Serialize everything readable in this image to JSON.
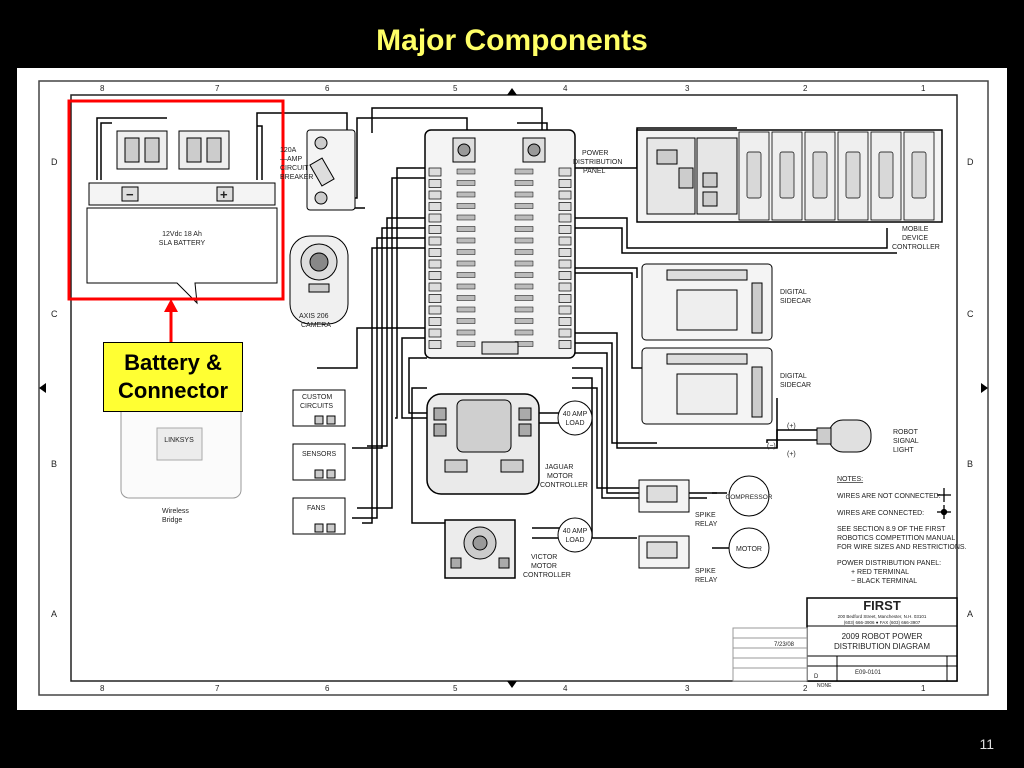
{
  "slide": {
    "title": "Major Components",
    "number": "11",
    "callout": {
      "line1": "Battery &",
      "line2": "Connector"
    }
  },
  "colors": {
    "background": "#000000",
    "title": "#ffff66",
    "callout_fill": "#ffff33",
    "highlight": "#ff0000"
  },
  "icons": [
    "arrow-up-icon",
    "plus-sign-icon",
    "minus-sign-icon"
  ],
  "diagram": {
    "border_letters_right": [
      "D",
      "C",
      "B",
      "A"
    ],
    "border_letters_left": [
      "D",
      "C",
      "B",
      "A"
    ],
    "border_numbers_top": [
      "8",
      "7",
      "6",
      "5",
      "4",
      "3",
      "2",
      "1"
    ],
    "border_numbers_bottom": [
      "8",
      "7",
      "6",
      "5",
      "4",
      "3",
      "2",
      "1"
    ],
    "battery": {
      "line1": "12Vdc 18 Ah",
      "line2": "SLA BATTERY",
      "neg": "−",
      "pos": "+"
    },
    "breaker": {
      "line1": "120A",
      "line2": "—AMP",
      "line3": "CIRCUIT",
      "line4": "BREAKER"
    },
    "pdp": {
      "line1": "POWER",
      "line2": "DISTRIBUTION",
      "line3": "PANEL"
    },
    "mdc": {
      "line1": "MOBILE",
      "line2": "DEVICE",
      "line3": "CONTROLLER"
    },
    "camera": {
      "line1": "AXIS 206",
      "line2": "CAMERA"
    },
    "custom": {
      "line1": "CUSTOM",
      "line2": "CIRCUITS"
    },
    "sensors": "SENSORS",
    "fans": "FANS",
    "bridge": {
      "brand": "LINKSYS",
      "line1": "Wireless",
      "line2": "Bridge"
    },
    "sidecar": {
      "line1": "DIGITAL",
      "line2": "SIDECAR"
    },
    "jaguar": {
      "line1": "JAGUAR",
      "line2": "MOTOR",
      "line3": "CONTROLLER"
    },
    "victor": {
      "line1": "VICTOR",
      "line2": "MOTOR",
      "line3": "CONTROLLER"
    },
    "load": {
      "line1": "40 AMP",
      "line2": "LOAD"
    },
    "spike": {
      "line1": "SPIKE",
      "line2": "RELAY"
    },
    "compressor": "COMPRESSOR",
    "motor": "MOTOR",
    "signal": {
      "line1": "ROBOT",
      "line2": "SIGNAL",
      "line3": "LIGHT",
      "plus": "(+)",
      "minus": "(−)"
    },
    "notes": {
      "heading": "NOTES:",
      "wires_not": "WIRES ARE NOT CONNECTED:",
      "wires_are": "WIRES ARE CONNECTED:",
      "see1": "SEE SECTION 8.9 OF THE FIRST",
      "see2": "ROBOTICS COMPETITION MANUAL",
      "see3": "FOR WIRE SIZES AND RESTRICTIONS.",
      "pdp_heading": "POWER DISTRIBUTION PANEL:",
      "red": "+ RED TERMINAL",
      "black": "− BLACK TERMINAL"
    },
    "title_block": {
      "org": "FIRST",
      "address1": "200 Bedford Street, Manchester, N.H. 03101",
      "address2": "(603) 666-3906 ● FAX (603) 666-3907",
      "drawing_title1": "2009 ROBOT POWER",
      "drawing_title2": "DISTRIBUTION DIAGRAM",
      "date": "7/23/08",
      "drawing_no": "E09-0101",
      "size": "D",
      "scale": "NONE"
    }
  }
}
